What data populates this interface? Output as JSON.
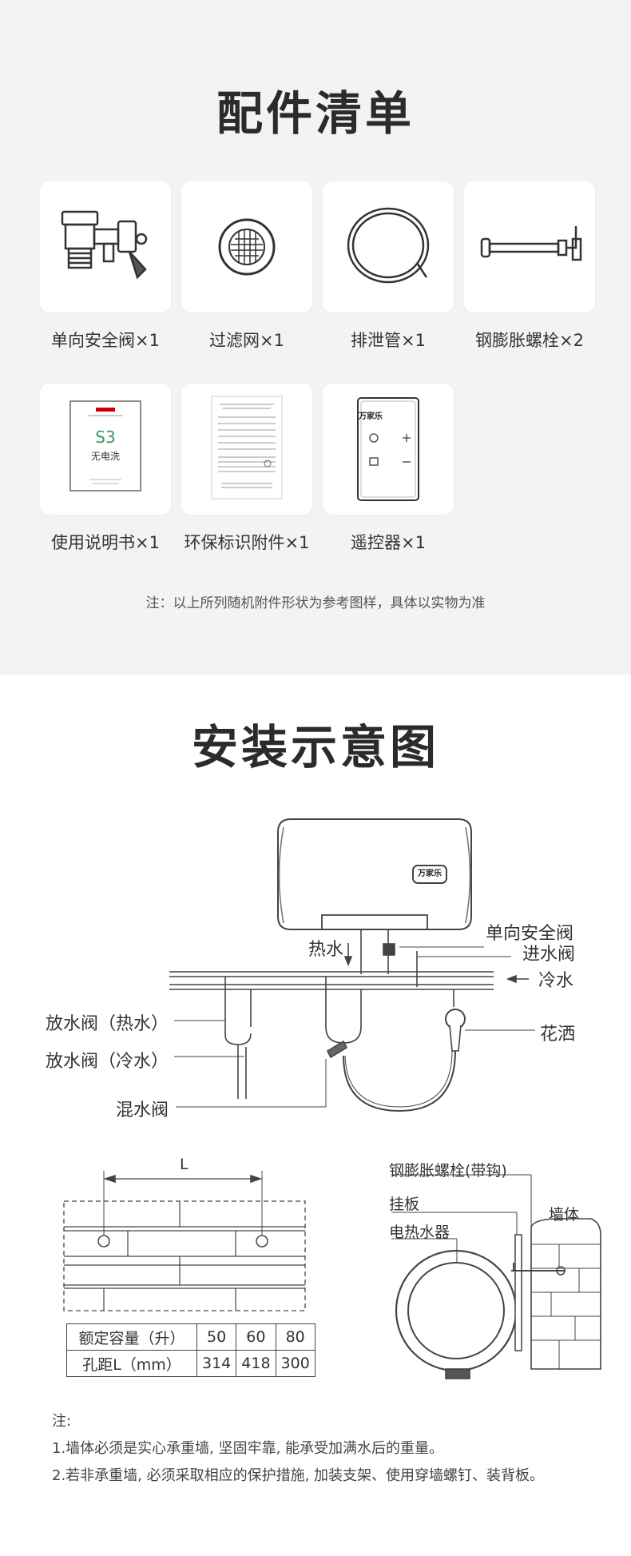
{
  "accessories": {
    "title": "配件清单",
    "items": [
      {
        "label": "单向安全阀×1",
        "icon": "safety-valve-icon"
      },
      {
        "label": "过滤网×1",
        "icon": "filter-mesh-icon"
      },
      {
        "label": "排泄管×1",
        "icon": "drain-hose-icon"
      },
      {
        "label": "钢膨胀螺栓×2",
        "icon": "expansion-bolt-icon"
      },
      {
        "label": "使用说明书×1",
        "icon": "manual-icon"
      },
      {
        "label": "环保标识附件×1",
        "icon": "eco-label-icon"
      },
      {
        "label": "遥控器×1",
        "icon": "remote-control-icon"
      }
    ],
    "manual_cover": {
      "model": "S3",
      "subtitle": "无电洗"
    },
    "remote_brand": "万家乐",
    "note": "注：以上所列随机附件形状为参考图样，具体以实物为准"
  },
  "install": {
    "title": "安装示意图",
    "heater_brand": "万家乐",
    "labels": {
      "check_valve": "单向安全阀",
      "inlet_valve": "进水阀",
      "cold_water": "冷水",
      "hot_water": "热水",
      "drain_hot": "放水阀（热水）",
      "drain_cold": "放水阀（冷水）",
      "shower": "花洒",
      "mixing_valve": "混水阀",
      "bolt_hook": "钢膨胀螺栓(带钩)",
      "hang_plate": "挂板",
      "wall": "墙体",
      "heater": "电热水器",
      "dim_L": "L"
    },
    "spec_table": {
      "rows": [
        {
          "header": "额定容量（升）",
          "values": [
            "50",
            "60",
            "80"
          ]
        },
        {
          "header": "孔距L（mm）",
          "values": [
            "314",
            "418",
            "300"
          ]
        }
      ]
    },
    "notes": {
      "title": "注:",
      "lines": [
        "1.墙体必须是实心承重墙, 坚固牢靠, 能承受加满水后的重量。",
        "2.若非承重墙, 必须采取相应的保护措施, 加装支架、使用穿墙螺钉、装背板。"
      ]
    }
  }
}
